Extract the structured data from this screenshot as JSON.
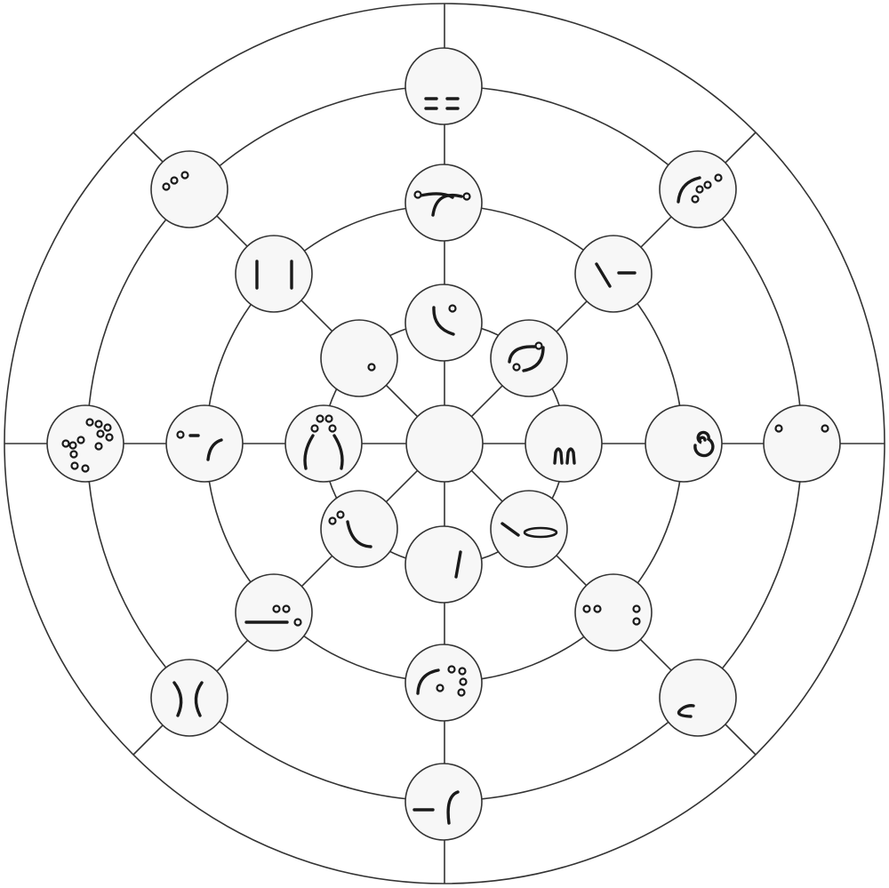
{
  "diagram": {
    "rings": 4,
    "nodes": [
      {
        "id": "center",
        "glyph": "empty"
      },
      {
        "id": "r1-n",
        "glyph": "hook-with-dot"
      },
      {
        "id": "r1-ne",
        "glyph": "double-arc-with-dots"
      },
      {
        "id": "r1-e",
        "glyph": "two-loops"
      },
      {
        "id": "r1-se",
        "glyph": "slash-and-ellipse"
      },
      {
        "id": "r1-s",
        "glyph": "slash"
      },
      {
        "id": "r1-sw",
        "glyph": "dots-and-curve"
      },
      {
        "id": "r1-w",
        "glyph": "parens-with-dots"
      },
      {
        "id": "r1-nw",
        "glyph": "single-dot"
      },
      {
        "id": "r2-n",
        "glyph": "crossed-arc"
      },
      {
        "id": "r2-ne",
        "glyph": "backslash-dash"
      },
      {
        "id": "r2-e",
        "glyph": "spiral"
      },
      {
        "id": "r2-se",
        "glyph": "dot-groups"
      },
      {
        "id": "r2-s",
        "glyph": "arc-with-dots"
      },
      {
        "id": "r2-sw",
        "glyph": "line-with-dots"
      },
      {
        "id": "r2-w",
        "glyph": "dash-and-arc"
      },
      {
        "id": "r2-nw",
        "glyph": "two-bars"
      },
      {
        "id": "r3-n",
        "glyph": "double-dash"
      },
      {
        "id": "r3-ne",
        "glyph": "arc-three-dots"
      },
      {
        "id": "r3-e",
        "glyph": "two-dots"
      },
      {
        "id": "r3-se",
        "glyph": "small-loop"
      },
      {
        "id": "r3-s",
        "glyph": "dash-and-paren"
      },
      {
        "id": "r3-sw",
        "glyph": "back-to-back-parens"
      },
      {
        "id": "r3-w",
        "glyph": "dot-cluster"
      },
      {
        "id": "r3-nw",
        "glyph": "three-dots"
      }
    ]
  }
}
